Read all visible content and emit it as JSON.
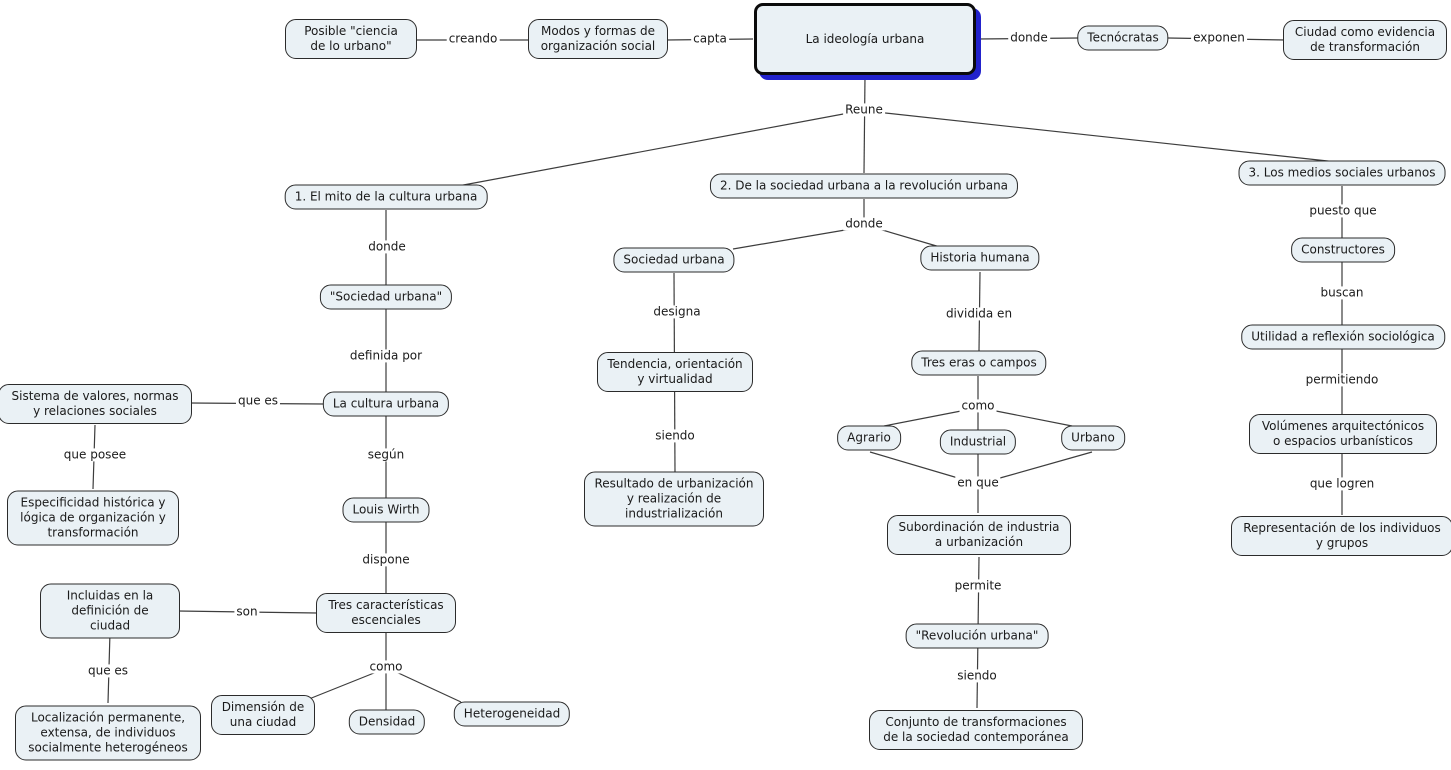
{
  "diagram": {
    "type": "concept-map",
    "title": "La ideología urbana",
    "colors": {
      "node_fill": "#eaf1f5",
      "node_border": "#2b2b2b",
      "node_text": "#1a1a1a",
      "main_node_border": "#0b0b0b",
      "main_node_shadow": "#2222cc",
      "connector": "#3d3d3d",
      "background": "#ffffff"
    },
    "nodes": {
      "posible_ciencia": "Posible \"ciencia de lo urbano\"",
      "modos": "Modos y formas de organización social",
      "ideologia": "La ideología urbana",
      "tecnocratas": "Tecnócratas",
      "ciudad_evidencia": "Ciudad como evidencia de transformación",
      "mito": "1. El mito de la cultura urbana",
      "sociedad_urbana_quoted": "\"Sociedad urbana\"",
      "cultura_urbana": "La cultura urbana",
      "louis_wirth": "Louis Wirth",
      "tres_caracteristicas": "Tres características escenciales",
      "dimension": "Dimensión de una ciudad",
      "densidad": "Densidad",
      "heterogeneidad": "Heterogeneidad",
      "sistema_valores": "Sistema de valores, normas y relaciones sociales",
      "especificidad": "Especificidad histórica y lógica de organización y transformación",
      "incluidas": "Incluidas en la definición de ciudad",
      "localizacion": "Localización permanente, extensa, de individuos socialmente heterogéneos",
      "branch2": "2. De la sociedad urbana a la revolución urbana",
      "sociedad_urbana2": "Sociedad urbana",
      "historia_humana": "Historia humana",
      "tendencia": "Tendencia, orientación y virtualidad",
      "resultado": "Resultado de urbanización y realización de industrialización",
      "tres_eras": "Tres eras o campos",
      "agrario": "Agrario",
      "industrial": "Industrial",
      "urbano": "Urbano",
      "subordinacion": "Subordinación de industria a urbanización",
      "revolucion": "\"Revolución urbana\"",
      "conjunto": "Conjunto de transformaciones de la sociedad contemporánea",
      "branch3": "3. Los medios sociales urbanos",
      "constructores": "Constructores",
      "utilidad": "Utilidad a reflexión sociológica",
      "volumenes": "Volúmenes arquitectónicos o espacios urbanísticos",
      "representacion": "Representación de los individuos y grupos"
    },
    "labels": {
      "creando": "creando",
      "capta": "capta",
      "donde_1": "donde",
      "exponen": "exponen",
      "reune": "Reune",
      "donde_2": "donde",
      "definida_por": "definida por",
      "segun": "según",
      "dispone": "dispone",
      "como_1": "como",
      "que_es_1": "que es",
      "que_posee": "que posee",
      "son": "son",
      "que_es_2": "que es",
      "donde_3": "donde",
      "designa": "designa",
      "siendo_1": "siendo",
      "dividida_en": "dividida en",
      "como_2": "como",
      "en_que": "en que",
      "permite": "permite",
      "siendo_2": "siendo",
      "puesto_que": "puesto que",
      "buscan": "buscan",
      "permitiendo": "permitiendo",
      "que_logren": "que logren"
    }
  }
}
